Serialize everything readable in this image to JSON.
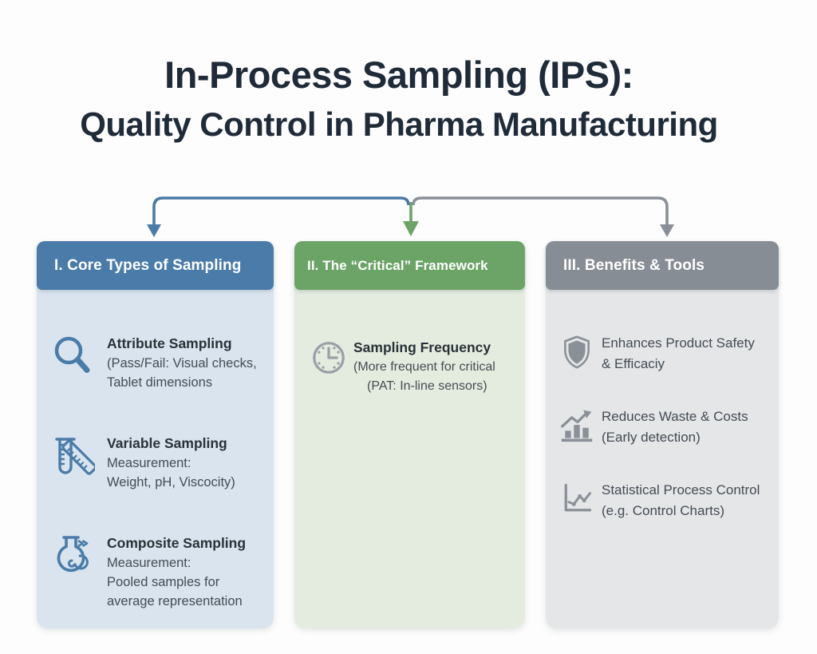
{
  "title": {
    "line1": "In-Process Sampling (IPS):",
    "line2": "Quality Control in Pharma Manufacturing"
  },
  "colors": {
    "title": "#1f2b38",
    "header_text": "#ffffff",
    "col1_header": "#4a7ba9",
    "col1_body": "#d9e4ee",
    "col1_icon": "#4a7ca9",
    "col2_header": "#6ca467",
    "col2_body": "#e4ecdf",
    "col2_icon": "#9aa0a6",
    "col3_header": "#868d94",
    "col3_body": "#e4e6e8",
    "col3_icon": "#8a9097",
    "connector_gray": "#8a9098",
    "item_title": "#2a3138",
    "item_text": "#454c54"
  },
  "columns": [
    {
      "header": "I. Core Types of Sampling",
      "items": [
        {
          "icon": "magnifier-icon",
          "title": "Attribute Sampling",
          "lines": [
            "(Pass/Fail: Visual checks,",
            "Tablet dimensions"
          ]
        },
        {
          "icon": "test-tube-ruler-icon",
          "title": "Variable Sampling",
          "lines": [
            "Measurement:",
            "Weight, pH, Viscocity)"
          ]
        },
        {
          "icon": "flask-swirl-icon",
          "title": "Composite Sampling",
          "lines": [
            "Measurement:",
            "Pooled samples for",
            "average representation"
          ]
        }
      ]
    },
    {
      "header": "II. The “Critical” Framework",
      "items": [
        {
          "icon": "clock-icon",
          "title": "Sampling Frequency",
          "lines": [
            "(More frequent for critical",
            "(PAT: In-line sensors)"
          ]
        }
      ]
    },
    {
      "header": "III. Benefits & Tools",
      "items": [
        {
          "icon": "shield-icon",
          "lines": [
            "Enhances Product Safety",
            "& Efficaciy"
          ]
        },
        {
          "icon": "bar-chart-growth-icon",
          "lines": [
            "Reduces Waste & Costs",
            "(Early detection)"
          ]
        },
        {
          "icon": "control-chart-icon",
          "lines": [
            "Statistical Process Control",
            "(e.g. Control Charts)"
          ]
        }
      ]
    }
  ]
}
